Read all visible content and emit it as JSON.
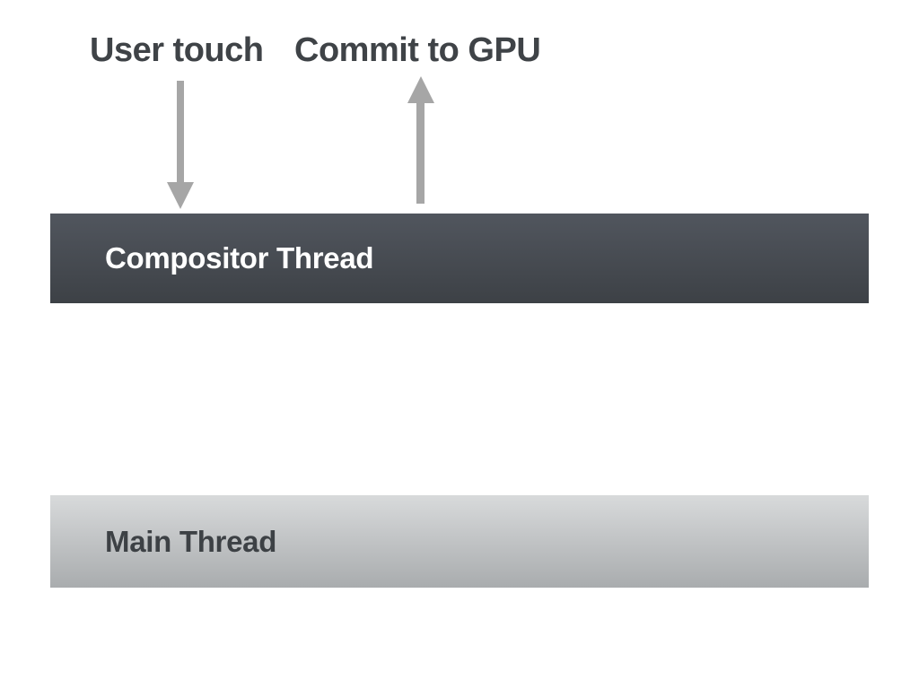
{
  "labels": {
    "user_touch": "User touch",
    "commit_to_gpu": "Commit to GPU"
  },
  "bars": [
    {
      "label": "Compositor Thread"
    },
    {
      "label": "Main Thread"
    }
  ],
  "arrows": [
    {
      "name": "user-touch-to-compositor",
      "direction": "down"
    },
    {
      "name": "compositor-to-commit-gpu",
      "direction": "up"
    }
  ],
  "colors": {
    "background": "#ffffff",
    "label_text": "#3f4347",
    "arrow": "#a6a6a6",
    "compositor_top": "#51565e",
    "compositor_bottom": "#3d4146",
    "compositor_text": "#ffffff",
    "main_top": "#d8dadb",
    "main_bottom": "#a9acae",
    "main_text": "#3d4145"
  }
}
